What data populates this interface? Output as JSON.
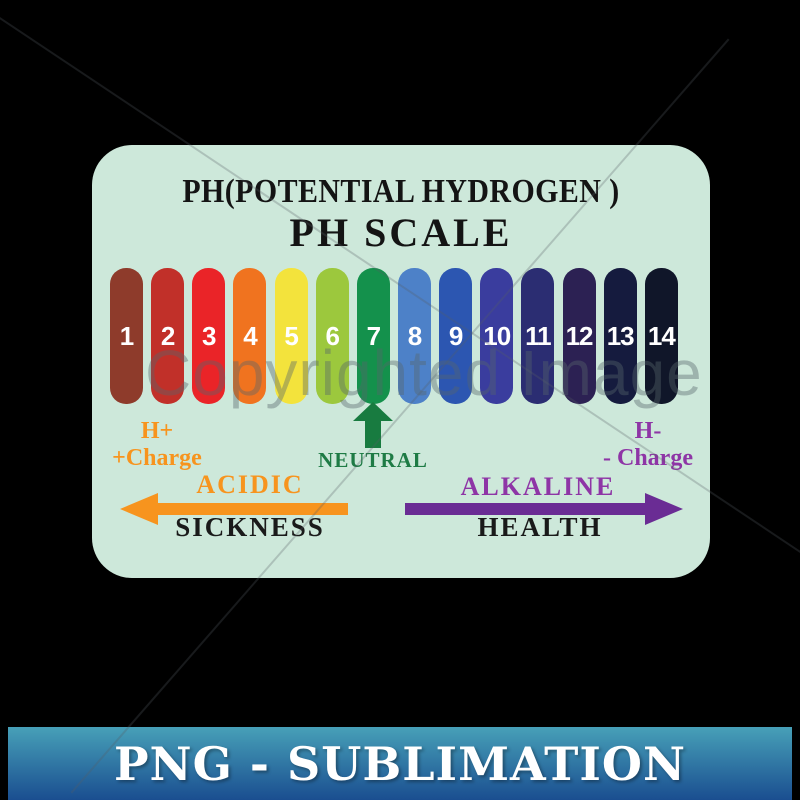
{
  "page": {
    "background": "#000000",
    "watermark": {
      "text": "Copyrighted Image"
    }
  },
  "card": {
    "bg_color": "#cde8da",
    "title": "PH(POTENTIAL HYDROGEN )",
    "subtitle": "PH SCALE",
    "ph_scale": [
      {
        "value": "1",
        "color": "#8e3b2b"
      },
      {
        "value": "2",
        "color": "#c13029"
      },
      {
        "value": "3",
        "color": "#ea2428"
      },
      {
        "value": "4",
        "color": "#f0731f"
      },
      {
        "value": "5",
        "color": "#f3e33c"
      },
      {
        "value": "6",
        "color": "#9cc83d"
      },
      {
        "value": "7",
        "color": "#14914c"
      },
      {
        "value": "8",
        "color": "#4d81c8"
      },
      {
        "value": "9",
        "color": "#2c56b1"
      },
      {
        "value": "10",
        "color": "#3a3d9e"
      },
      {
        "value": "11",
        "color": "#2b2d72"
      },
      {
        "value": "12",
        "color": "#2c2153"
      },
      {
        "value": "13",
        "color": "#151b3e"
      },
      {
        "value": "14",
        "color": "#101629"
      }
    ],
    "acidic_side": {
      "ion": "H+",
      "charge": "+Charge",
      "zone": "ACIDIC",
      "state": "SICKNESS",
      "text_color": "#f7941e",
      "arrow_color": "#f7941e"
    },
    "neutral": {
      "label": "NEUTRAL",
      "text_color": "#1e7b45",
      "arrow_color": "#187b40"
    },
    "alkaline_side": {
      "ion": "H-",
      "charge": "- Charge",
      "zone": "ALKALINE",
      "state": "HEALTH",
      "text_color": "#8e35a6",
      "arrow_color": "#6a2c94"
    }
  },
  "banner": {
    "text": "PNG - SUBLIMATION",
    "text_color": "#ffffff",
    "gradient_top": "#47a0b8",
    "gradient_bottom": "#1a4e90"
  }
}
